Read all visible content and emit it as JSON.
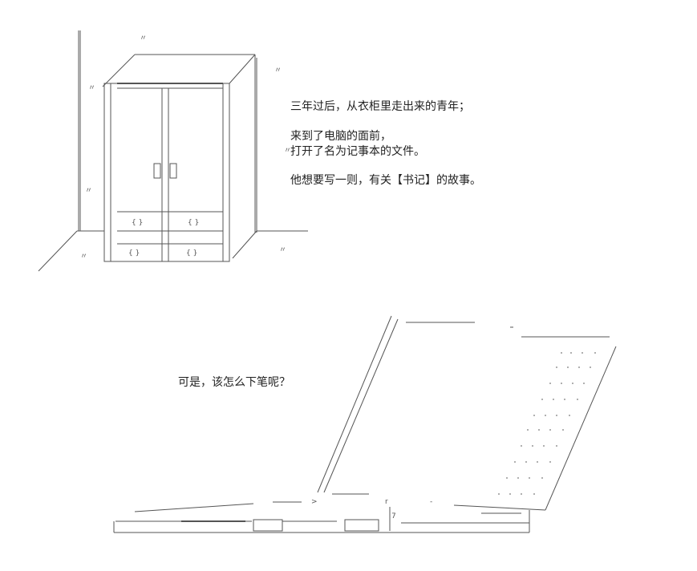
{
  "story": {
    "line1": "三年过后，从衣柜里走出来的青年；",
    "line2": "来到了电脑的面前，",
    "line3": "打开了名为记事本的文件。",
    "line4": "他想要写一则，有关【书记】的故事。",
    "line5": "可是，该怎么下笔呢？"
  },
  "art": {
    "wardrobe": "wardrobe-ascii-art",
    "laptop": "laptop-ascii-art",
    "ink": "#555555"
  }
}
